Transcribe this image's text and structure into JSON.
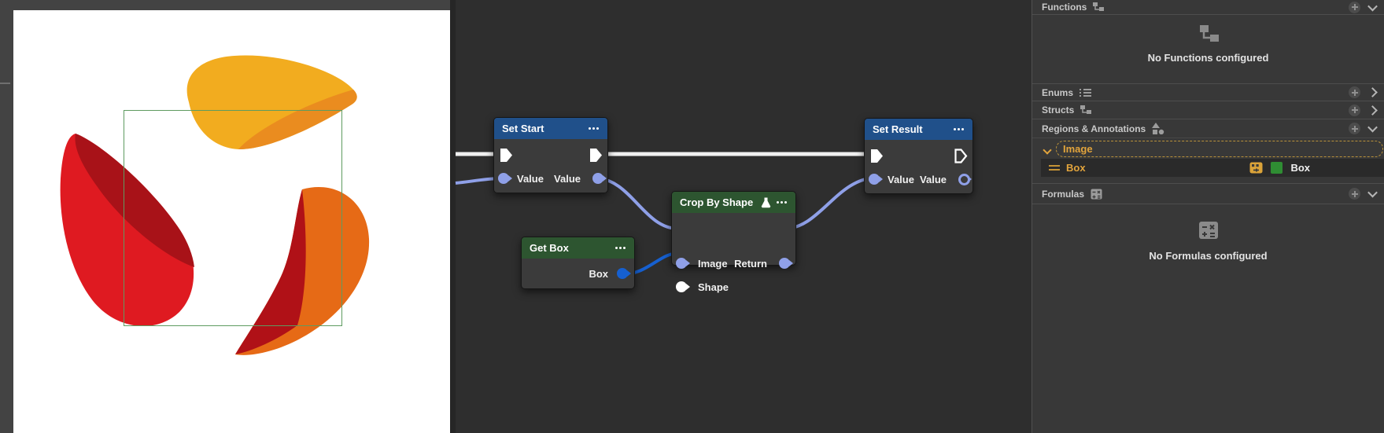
{
  "graph": {
    "nodes": {
      "set_start": {
        "title": "Set Start",
        "in_value": "Value",
        "out_value": "Value"
      },
      "get_box": {
        "title": "Get Box",
        "out_box": "Box"
      },
      "crop_by_shape": {
        "title": "Crop By Shape",
        "in_image": "Image",
        "in_shape": "Shape",
        "out_return": "Return"
      },
      "set_result": {
        "title": "Set Result",
        "in_value": "Value",
        "out_value": "Value"
      }
    },
    "colors": {
      "set_header_blue": "#20508a",
      "function_header_green": "#2d5530",
      "exec_wire": "#f0f0f0",
      "value_wire": "#8fa0e8",
      "shape_wire": "#1660d0"
    }
  },
  "sidebar": {
    "sections": {
      "functions": {
        "label": "Functions",
        "empty": "No Functions configured"
      },
      "enums": {
        "label": "Enums"
      },
      "structs": {
        "label": "Structs"
      },
      "regions": {
        "label": "Regions & Annotations"
      },
      "formulas": {
        "label": "Formulas",
        "empty": "No Formulas configured"
      }
    },
    "tree": {
      "group": "Image",
      "item": "Box",
      "type": "Box",
      "accent_color": "#e2a43c",
      "type_color": "#2f8d33"
    }
  },
  "image_viewer": {
    "region_box_color": "#5e9b60",
    "shape_colors": {
      "yellow": "#f2ac1f",
      "orange_shade": "#ea8c1f",
      "red": "#df1a21",
      "dark_red": "#a81218",
      "orange": "#e66a16",
      "crimson": "#b01117"
    }
  }
}
